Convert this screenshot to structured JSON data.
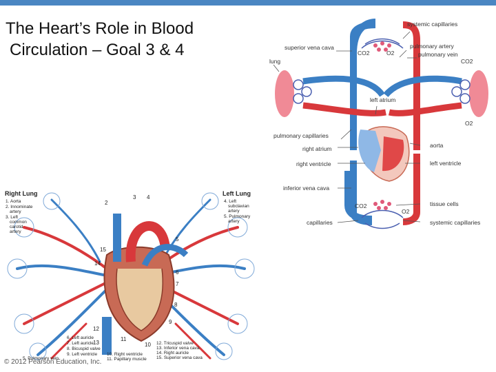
{
  "slide": {
    "title_line1": "The Heart’s Role in Blood",
    "title_line2": "Circulation – Goal 3 & 4",
    "copyright": "© 2012 Pearson Education, Inc."
  },
  "left_figure": {
    "right_lung_title": "Right Lung",
    "left_lung_title": "Left Lung",
    "right_lung_items": [
      "1. Aorta",
      "2. Innominate",
      "artery",
      "3. Left",
      "common",
      "carotid",
      "artery"
    ],
    "left_lung_items": [
      "4. Left",
      "subclavian",
      "artery",
      "5. Pulmonary",
      "artery"
    ],
    "legend_col1": [
      "6. Left auricle",
      "7. Left auricle",
      "8. Bicuspid valve",
      "9. Left ventricle",
      "5. Pulmonary vein"
    ],
    "legend_col2": [
      "10. Right ventricle",
      "11. Papillary muscle"
    ],
    "legend_col3": [
      "12. Tricuspid valve",
      "13. Inferior vena cava",
      "14. Right auricle",
      "15. Superior vena cava"
    ],
    "callouts": [
      "2",
      "3",
      "4",
      "5",
      "6",
      "7",
      "8",
      "9",
      "10",
      "11",
      "12",
      "13",
      "14",
      "15"
    ]
  },
  "right_figure": {
    "labels": {
      "systemic_capillaries_top": "systemic capillaries",
      "superior_vena_cava": "superior vena cava",
      "pulmonary_artery": "pulmonary artery",
      "pulmonary_vein": "pulmonary vein",
      "lung": "lung",
      "left_atrium": "left atrium",
      "pulmonary_capillaries": "pulmonary capillaries",
      "right_atrium": "right atrium",
      "aorta": "aorta",
      "right_ventricle": "right ventricle",
      "left_ventricle": "left ventricle",
      "inferior_vena_cava": "inferior vena cava",
      "tissue_cells": "tissue cells",
      "capillaries": "capillaries",
      "systemic_capillaries_bottom": "systemic capillaries"
    },
    "gas_labels": {
      "co2_top": "CO2",
      "o2_top": "O2",
      "co2_right": "CO2",
      "o2_right": "O2",
      "co2_bottom": "CO2",
      "o2_bottom": "O2"
    }
  },
  "colors": {
    "oxygenated": "#d8383b",
    "deoxygenated": "#3b7fc4",
    "lung_tissue": "#f08a96",
    "accent_bar": "#4a86c2"
  }
}
